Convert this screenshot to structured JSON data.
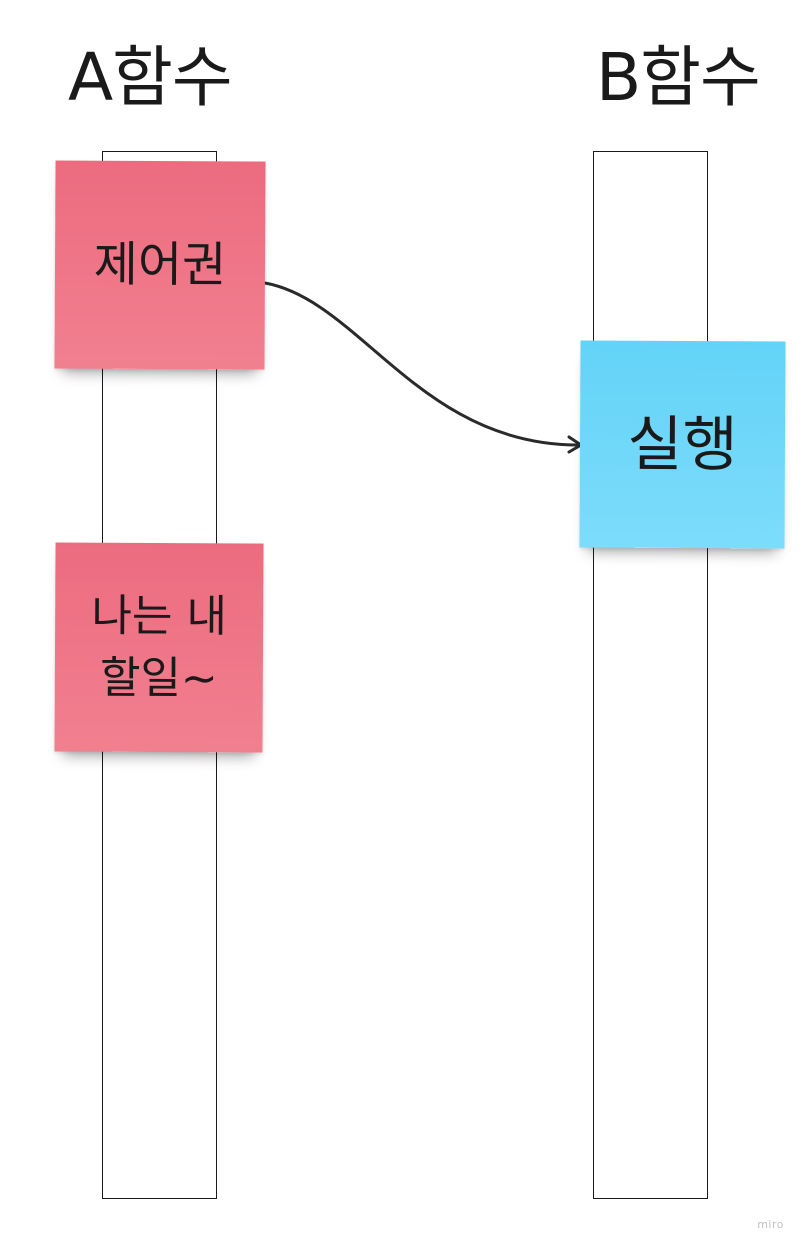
{
  "columns": {
    "a_title": "A함수",
    "b_title": "B함수"
  },
  "notes": {
    "control": {
      "text": "제어권",
      "color": "#ee7184"
    },
    "my_work": {
      "text": "나는 내\n할일~",
      "color": "#ee7184"
    },
    "execute": {
      "text": "실행",
      "color": "#6dd6f9"
    }
  },
  "connector": {
    "from": "제어권",
    "to": "실행",
    "color": "#2a2a2a"
  },
  "watermark": "miro"
}
